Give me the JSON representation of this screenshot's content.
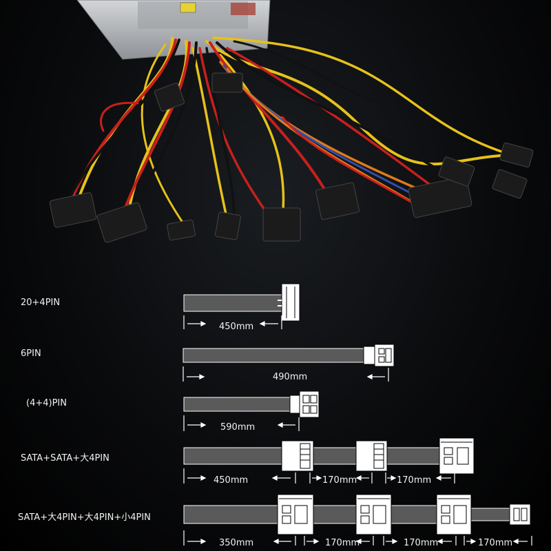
{
  "colors": {
    "cable": "#5a5a5a",
    "connector_fill": "#ffffff",
    "connector_stroke": "#000000",
    "text": "#f2f2f2",
    "wire_yellow": "#e6c21a",
    "wire_red": "#c8201c",
    "wire_black": "#111111",
    "wire_orange": "#e07a1a",
    "wire_blue": "#2f4fb0",
    "psu_case": "#b9bcbf"
  },
  "cables": [
    {
      "label": "20+4PIN",
      "lengths": [
        "450mm"
      ],
      "connectors": [
        "atx-24pin-connector-icon"
      ]
    },
    {
      "label": "6PIN",
      "lengths": [
        "490mm"
      ],
      "connectors": [
        "pcie-6pin-connector-icon"
      ]
    },
    {
      "label": "(4+4)PIN",
      "lengths": [
        "590mm"
      ],
      "connectors": [
        "cpu-8pin-connector-icon"
      ]
    },
    {
      "label": "SATA+SATA+大4PIN",
      "lengths": [
        "450mm",
        "170mm",
        "170mm"
      ],
      "connectors": [
        "sata-connector-icon",
        "sata-connector-icon",
        "molex-connector-icon"
      ]
    },
    {
      "label": "SATA+大4PIN+大4PIN+小4PIN",
      "lengths": [
        "350mm",
        "170mm",
        "170mm",
        "170mm"
      ],
      "connectors": [
        "molex-connector-icon",
        "molex-connector-icon",
        "molex-connector-icon",
        "floppy-4pin-connector-icon"
      ]
    }
  ]
}
